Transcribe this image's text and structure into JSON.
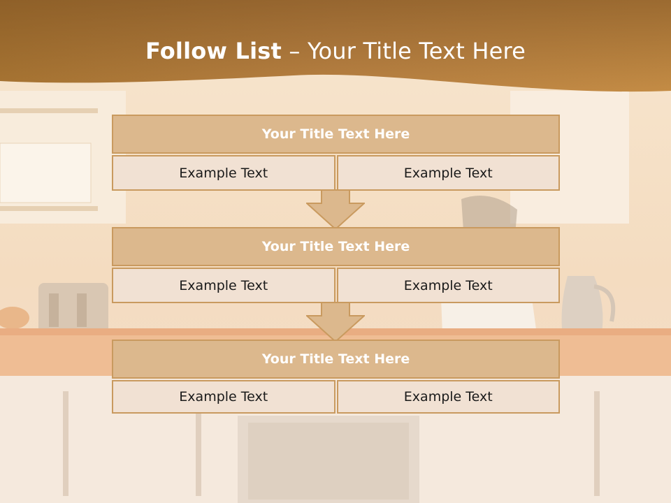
{
  "slide": {
    "title_bold": "Follow List",
    "title_rest": " – Your Title Text Here"
  },
  "steps": [
    {
      "title": "Your Title Text Here",
      "left": "Example Text",
      "right": "Example Text"
    },
    {
      "title": "Your Title Text Here",
      "left": "Example Text",
      "right": "Example Text"
    },
    {
      "title": "Your Title Text Here",
      "left": "Example Text",
      "right": "Example Text"
    }
  ],
  "colors": {
    "header_fill": "#dcb88d",
    "border": "#c99a5f",
    "cell_fill": "#f1e1d3",
    "band": "#a86f2e"
  }
}
